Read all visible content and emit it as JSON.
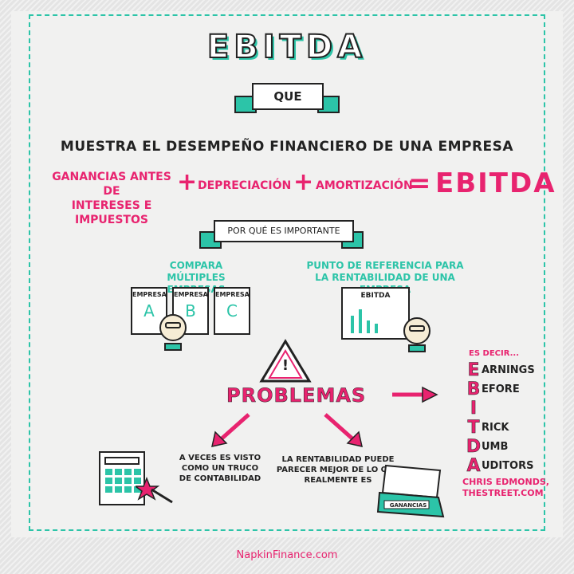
{
  "title": "EBITDA",
  "que_label": "QUE",
  "definition": "MUESTRA EL DESEMPEÑO FINANCIERO DE UNA EMPRESA",
  "formula": {
    "term1_line1": "GANANCIAS ANTES DE",
    "term1_line2": "INTERESES E IMPUESTOS",
    "plus1": "+",
    "term2": "DEPRECIACIÓN",
    "plus2": "+",
    "term3": "AMORTIZACIÓN",
    "equals": "=",
    "result": "EBITDA"
  },
  "why_label": "POR QUÉ ES IMPORTANTE",
  "compare": {
    "line1": "COMPARA",
    "line2": "MÚLTIPLES EMPRESAS",
    "cards": [
      {
        "name": "EMPRESA",
        "letter": "A"
      },
      {
        "name": "EMPRESA",
        "letter": "B"
      },
      {
        "name": "EMPRESA",
        "letter": "C"
      }
    ]
  },
  "benchmark": {
    "line1": "PUNTO DE REFERENCIA PARA",
    "line2": "LA RENTABILIDAD DE UNA EMPRESA",
    "board_label": "EBITDA"
  },
  "warning_symbol": "!",
  "problems_label": "PROBLEMAS",
  "problem1": {
    "line1": "A VECES ES VISTO",
    "line2": "COMO UN TRUCO",
    "line3": "DE CONTABILIDAD"
  },
  "problem2": {
    "line1": "LA RENTABILIDAD PUEDE",
    "line2": "PARECER MEJOR DE LO QUE",
    "line3": "REALMENTE ES"
  },
  "case_label": "GANANCIAS",
  "es_decir": "ES DECIR...",
  "acronym": [
    {
      "letter": "E",
      "word": "ARNINGS"
    },
    {
      "letter": "B",
      "word": "EFORE"
    },
    {
      "letter": "I",
      "word": ""
    },
    {
      "letter": "T",
      "word": "RICK"
    },
    {
      "letter": "D",
      "word": "UMB"
    },
    {
      "letter": "A",
      "word": "UDITORS"
    }
  ],
  "attribution_line1": "CHRIS EDMONDS,",
  "attribution_line2": "THESTREET.COM",
  "footer": "NapkinFinance.com",
  "colors": {
    "accent": "#e8236f",
    "teal": "#2cc4a8",
    "ink": "#222222"
  }
}
